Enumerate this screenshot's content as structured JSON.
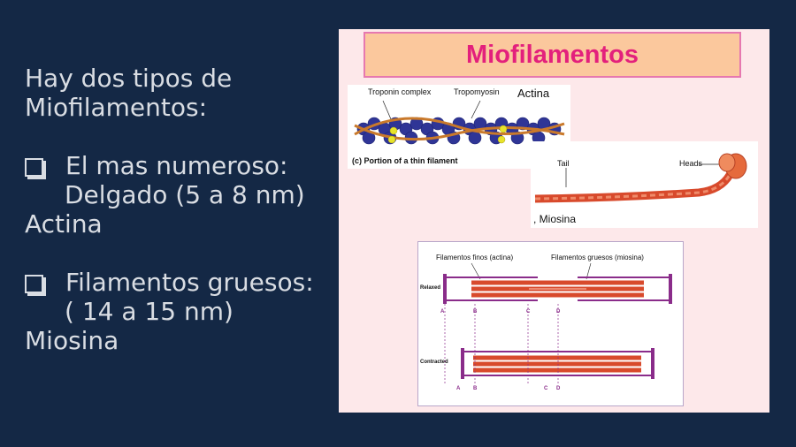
{
  "left": {
    "intro_line1": "Hay dos tipos de",
    "intro_line2": "Miofilamentos:",
    "bullet1_line1": "El mas numeroso:",
    "bullet1_line2": "Delgado (5  a  8 nm)",
    "bullet1_line3": "Actina",
    "bullet2_line1": "Filamentos gruesos:",
    "bullet2_line2": "( 14 a 15 nm)",
    "bullet2_line3": "Miosina"
  },
  "panel": {
    "title": "Miofilamentos",
    "thin": {
      "troponin": "Troponin complex",
      "tropomyosin": "Tropomyosin",
      "actina": "Actina",
      "caption": "(c) Portion of a thin filament"
    },
    "myosin": {
      "tail": "Tail",
      "heads": "Heads",
      "label": ", Miosina"
    },
    "sarcomere": {
      "thin_label": "Filamentos finos (actina)",
      "thick_label": "Filamentos gruesos (miosina)",
      "relaxed": "Relaxed",
      "contracted": "Contracted",
      "A": "A",
      "B": "B",
      "C": "C",
      "D": "D"
    }
  },
  "colors": {
    "background": "#142845",
    "text": "#d9dde3",
    "title_fill": "#fbc89d",
    "title_text": "#e3207c",
    "panel_fill": "#fde8ea",
    "actin_blue": "#3a3fa3",
    "myosin_red": "#e0523a",
    "zdisc_purple": "#8a2c8a"
  }
}
